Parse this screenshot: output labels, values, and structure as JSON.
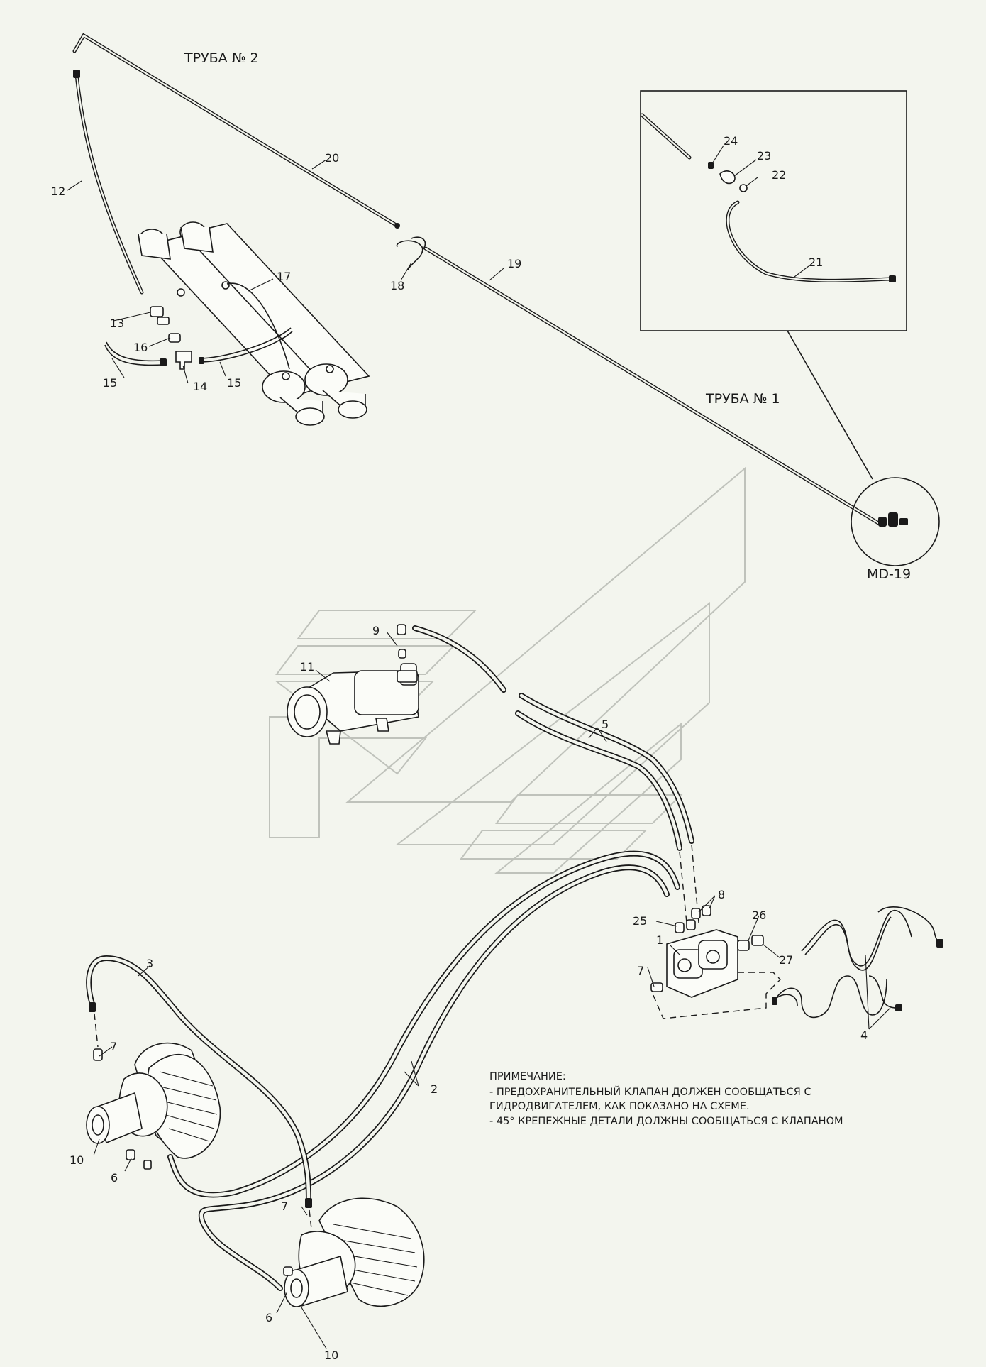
{
  "captions": {
    "pipe2": "ТРУБА № 2",
    "pipe1": "ТРУБА № 1",
    "detail_ref": "MD-19"
  },
  "callouts": {
    "c1": "1",
    "c2": "2",
    "c3": "3",
    "c4": "4",
    "c5": "5",
    "c6a": "6",
    "c6b": "6",
    "c7a": "7",
    "c7b": "7",
    "c7c": "7",
    "c8": "8",
    "c9": "9",
    "c10a": "10",
    "c10b": "10",
    "c11": "11",
    "c12": "12",
    "c13": "13",
    "c14": "14",
    "c15a": "15",
    "c15b": "15",
    "c16": "16",
    "c17": "17",
    "c18": "18",
    "c19": "19",
    "c20": "20",
    "c21": "21",
    "c22": "22",
    "c23": "23",
    "c24": "24",
    "c25": "25",
    "c26": "26",
    "c27": "27"
  },
  "note": {
    "title": "ПРИМЕЧАНИЕ:",
    "line1": "- ПРЕДОХРАНИТЕЛЬНЫЙ КЛАПАН ДОЛЖЕН СООБЩАТЬСЯ С",
    "line2": "ГИДРОДВИГАТЕЛЕМ, КАК ПОКАЗАНО НА СХЕМЕ.",
    "line3": "- 45° КРЕПЕЖНЫЕ ДЕТАЛИ ДОЛЖНЫ СООБЩАТЬСЯ С КЛАПАНОМ"
  },
  "colors": {
    "background": "#f3f5ee",
    "ink": "#1a1a1a",
    "watermark": "#bfc2bb"
  }
}
